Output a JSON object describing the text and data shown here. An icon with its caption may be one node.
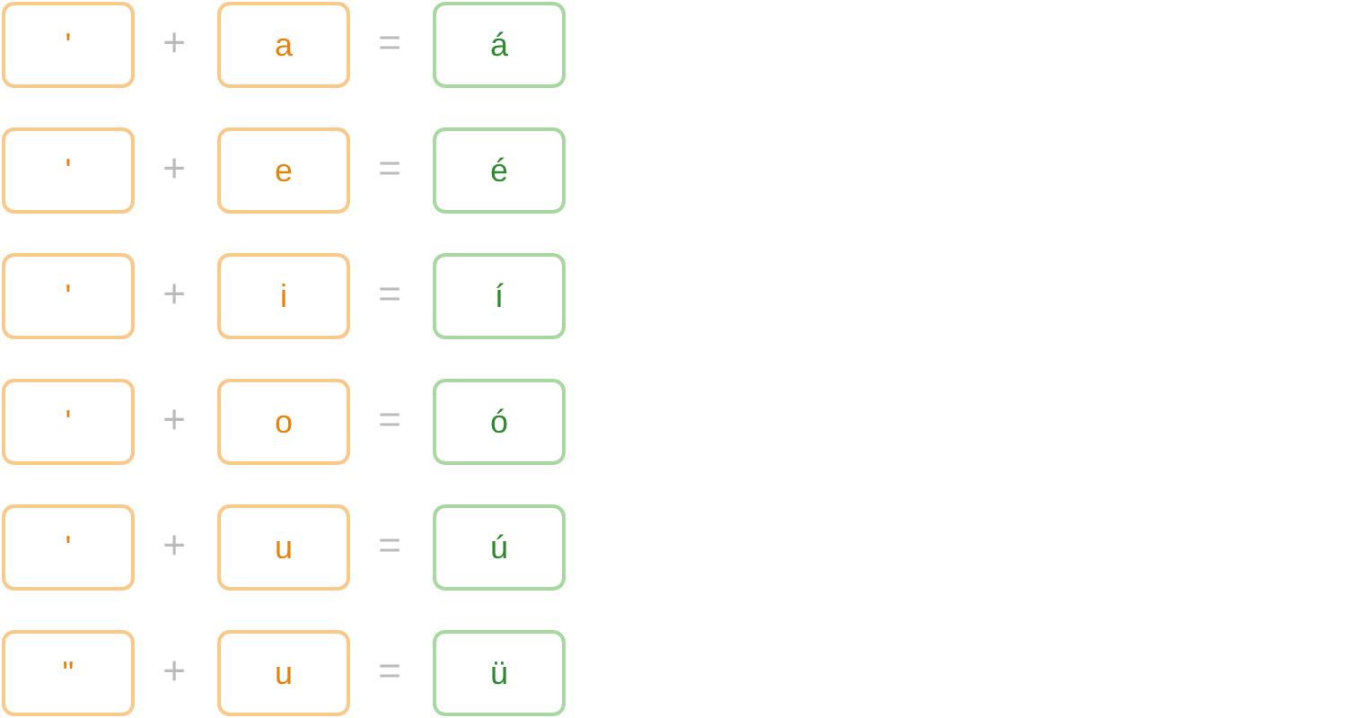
{
  "diagram": {
    "nodes": [
      {
        "text": [
          "'"
        ]
      },
      {
        "text": [
          "a"
        ]
      },
      {
        "text": [
          "á"
        ]
      },
      {
        "text": [
          "'"
        ]
      },
      {
        "text": [
          "e"
        ]
      },
      {
        "text": [
          "é"
        ]
      },
      {
        "text": [
          "'"
        ]
      },
      {
        "text": [
          "i"
        ]
      },
      {
        "text": [
          "í"
        ]
      },
      {
        "text": [
          "'"
        ]
      },
      {
        "text": [
          "o"
        ]
      },
      {
        "text": [
          "ó"
        ]
      },
      {
        "text": [
          "'"
        ]
      },
      {
        "text": [
          "u"
        ]
      },
      {
        "text": [
          "ú"
        ]
      },
      {
        "text": [
          "\""
        ]
      },
      {
        "text": [
          "u"
        ]
      },
      {
        "text": [
          "ü"
        ]
      }
    ],
    "labels": [
      "+",
      "=",
      "+",
      "=",
      "+",
      "=",
      "+",
      "=",
      "+",
      "=",
      "+",
      "="
    ]
  }
}
